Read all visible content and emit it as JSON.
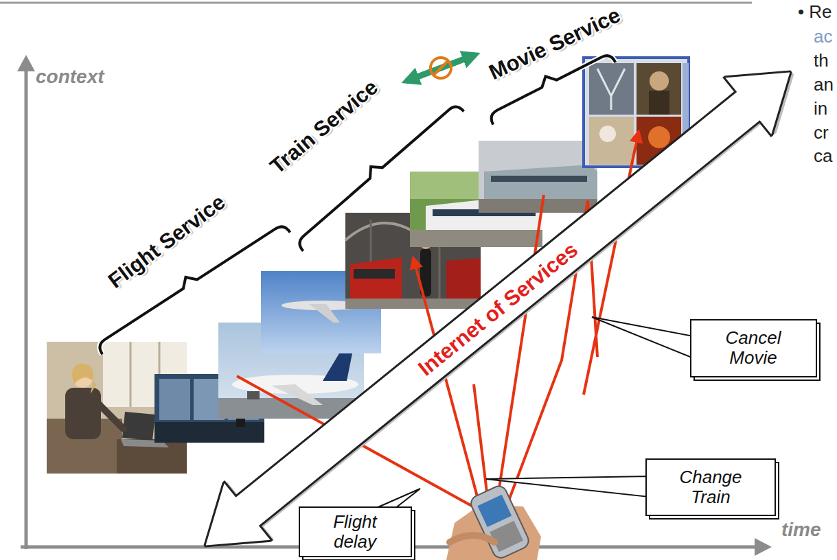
{
  "diagram": {
    "nodes": [
      {
        "text": [
          "Internet of Services"
        ]
      },
      {
        "text": [
          "Cancel Movie"
        ]
      },
      {
        "text": [
          "Change Train"
        ]
      },
      {
        "text": [
          "Flight delay"
        ]
      }
    ],
    "labels": [
      "context",
      "time",
      "Flight Service",
      "Train Service",
      "Movie Service",
      "• Re",
      "ac",
      "th",
      "an",
      "in",
      "cr",
      "ca"
    ]
  }
}
